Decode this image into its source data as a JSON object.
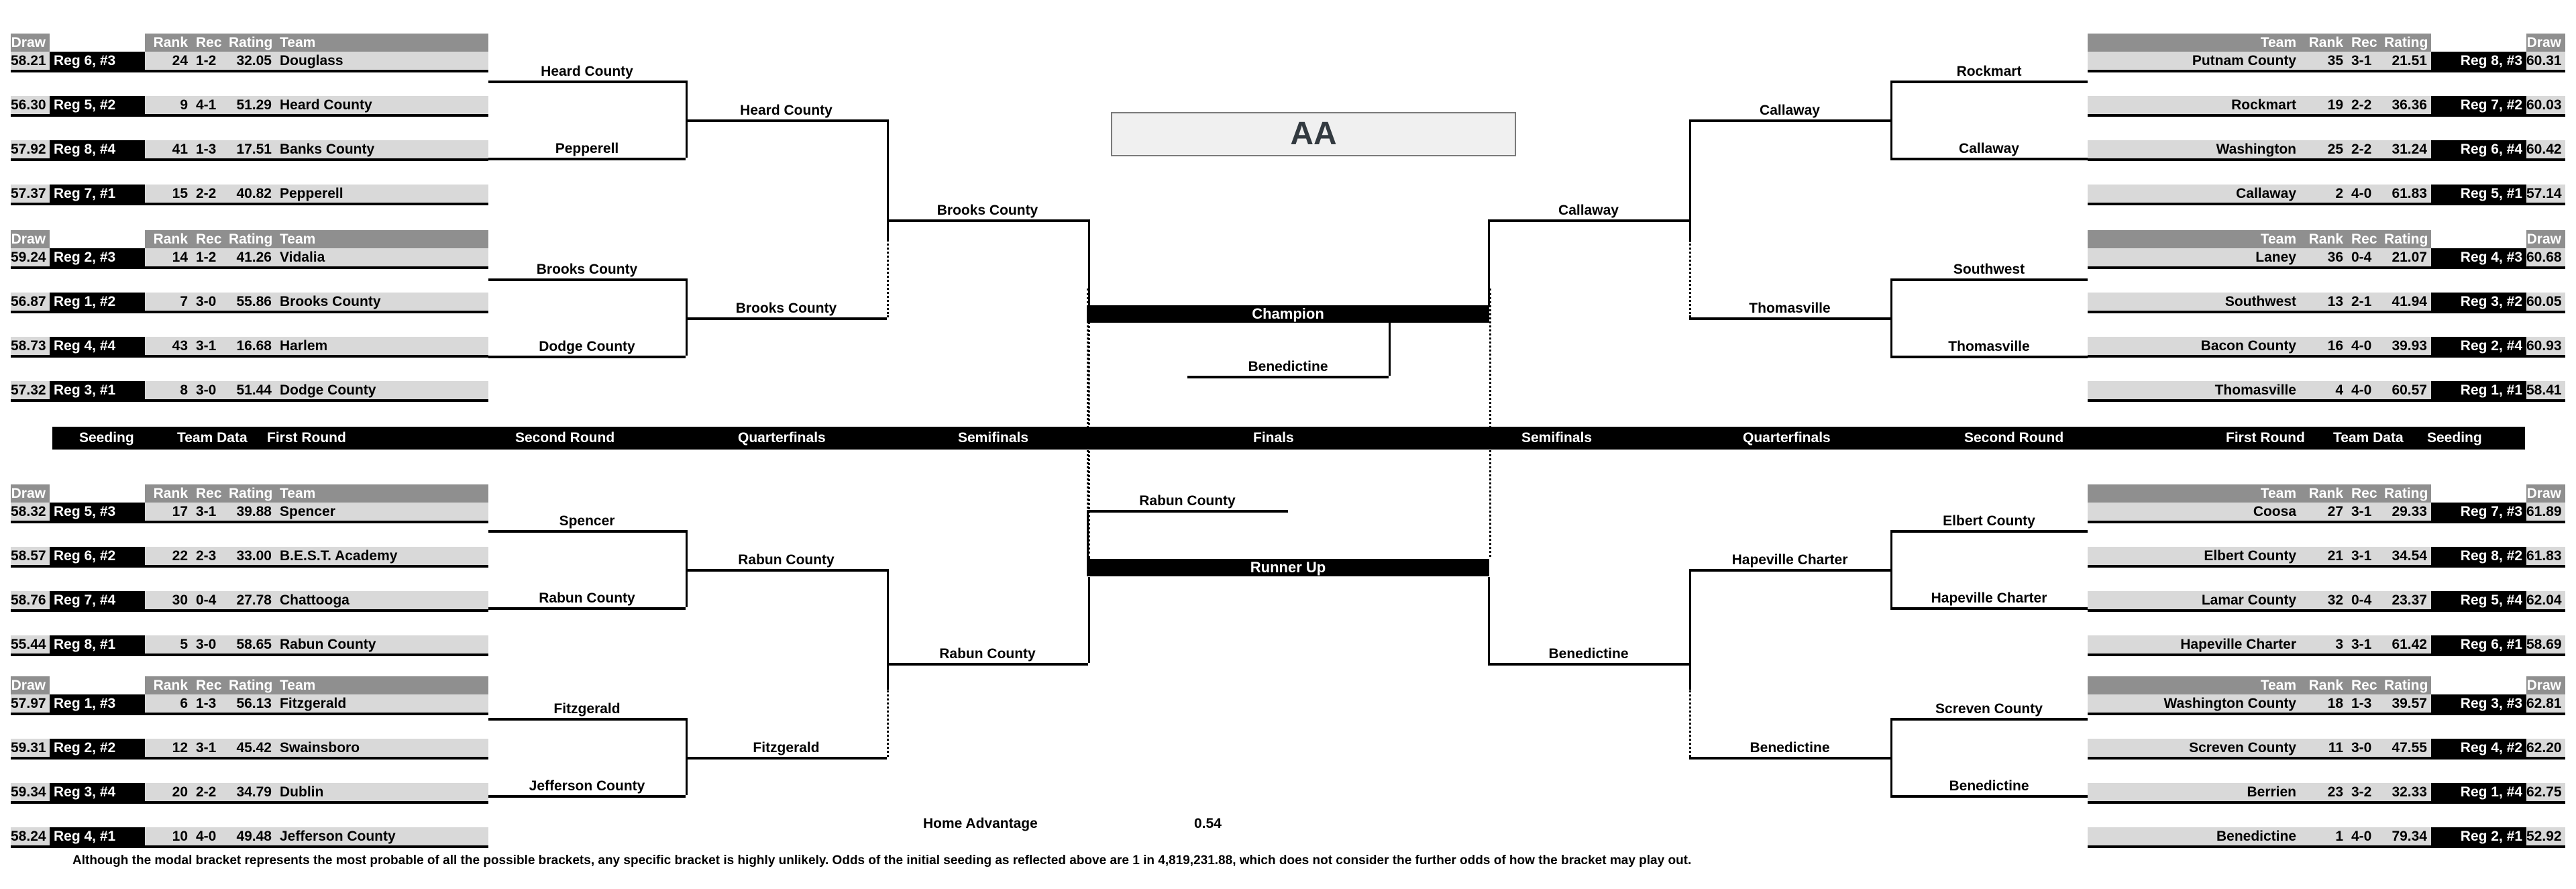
{
  "title": "AA",
  "round_strip": {
    "left": [
      "Seeding",
      "Team Data",
      "First Round",
      "Second Round",
      "Quarterfinals",
      "Semifinals",
      "Finals"
    ],
    "right": [
      "Semifinals",
      "Quarterfinals",
      "Second Round",
      "First Round",
      "Team Data",
      "Seeding"
    ]
  },
  "column_headers_left": {
    "draw": "Draw",
    "seed": "",
    "rank": "Rank",
    "rec": "Rec",
    "rating": "Rating",
    "team": "Team"
  },
  "column_headers_right": {
    "team": "Team",
    "rank": "Rank",
    "rec": "Rec",
    "rating": "Rating",
    "seed": "",
    "draw": "Draw"
  },
  "final_labels": {
    "champion": "Champion",
    "runner_up": "Runner Up"
  },
  "home_advantage": {
    "label": "Home Advantage",
    "value": "0.54"
  },
  "footer": "Although the modal bracket represents the most probable of all the possible brackets, any specific bracket is highly unlikely.  Odds of the initial seeding as reflected above are 1 in 4,819,231.88, which does not consider the further odds of how the bracket may play out.",
  "groups": {
    "tl1": [
      {
        "draw": "58.21",
        "seed": "Reg 6, #3",
        "rank": "24",
        "rec": "1-2",
        "rating": "32.05",
        "team": "Douglass"
      },
      {
        "draw": "56.30",
        "seed": "Reg 5, #2",
        "rank": "9",
        "rec": "4-1",
        "rating": "51.29",
        "team": "Heard County"
      },
      {
        "draw": "57.92",
        "seed": "Reg 8, #4",
        "rank": "41",
        "rec": "1-3",
        "rating": "17.51",
        "team": "Banks County"
      },
      {
        "draw": "57.37",
        "seed": "Reg 7, #1",
        "rank": "15",
        "rec": "2-2",
        "rating": "40.82",
        "team": "Pepperell"
      }
    ],
    "tl2": [
      {
        "draw": "59.24",
        "seed": "Reg 2, #3",
        "rank": "14",
        "rec": "1-2",
        "rating": "41.26",
        "team": "Vidalia"
      },
      {
        "draw": "56.87",
        "seed": "Reg 1, #2",
        "rank": "7",
        "rec": "3-0",
        "rating": "55.86",
        "team": "Brooks County"
      },
      {
        "draw": "58.73",
        "seed": "Reg 4, #4",
        "rank": "43",
        "rec": "3-1",
        "rating": "16.68",
        "team": "Harlem"
      },
      {
        "draw": "57.32",
        "seed": "Reg 3, #1",
        "rank": "8",
        "rec": "3-0",
        "rating": "51.44",
        "team": "Dodge County"
      }
    ],
    "bl1": [
      {
        "draw": "58.32",
        "seed": "Reg 5, #3",
        "rank": "17",
        "rec": "3-1",
        "rating": "39.88",
        "team": "Spencer"
      },
      {
        "draw": "58.57",
        "seed": "Reg 6, #2",
        "rank": "22",
        "rec": "2-3",
        "rating": "33.00",
        "team": "B.E.S.T. Academy"
      },
      {
        "draw": "58.76",
        "seed": "Reg 7, #4",
        "rank": "30",
        "rec": "0-4",
        "rating": "27.78",
        "team": "Chattooga"
      },
      {
        "draw": "55.44",
        "seed": "Reg 8, #1",
        "rank": "5",
        "rec": "3-0",
        "rating": "58.65",
        "team": "Rabun County"
      }
    ],
    "bl2": [
      {
        "draw": "57.97",
        "seed": "Reg 1, #3",
        "rank": "6",
        "rec": "1-3",
        "rating": "56.13",
        "team": "Fitzgerald"
      },
      {
        "draw": "59.31",
        "seed": "Reg 2, #2",
        "rank": "12",
        "rec": "3-1",
        "rating": "45.42",
        "team": "Swainsboro"
      },
      {
        "draw": "59.34",
        "seed": "Reg 3, #4",
        "rank": "20",
        "rec": "2-2",
        "rating": "34.79",
        "team": "Dublin"
      },
      {
        "draw": "58.24",
        "seed": "Reg 4, #1",
        "rank": "10",
        "rec": "4-0",
        "rating": "49.48",
        "team": "Jefferson County"
      }
    ],
    "tr1": [
      {
        "team": "Putnam County",
        "rank": "35",
        "rec": "3-1",
        "rating": "21.51",
        "seed": "Reg 8, #3",
        "draw": "60.31"
      },
      {
        "team": "Rockmart",
        "rank": "19",
        "rec": "2-2",
        "rating": "36.36",
        "seed": "Reg 7, #2",
        "draw": "60.03"
      },
      {
        "team": "Washington",
        "rank": "25",
        "rec": "2-2",
        "rating": "31.24",
        "seed": "Reg 6, #4",
        "draw": "60.42"
      },
      {
        "team": "Callaway",
        "rank": "2",
        "rec": "4-0",
        "rating": "61.83",
        "seed": "Reg 5, #1",
        "draw": "57.14"
      }
    ],
    "tr2": [
      {
        "team": "Laney",
        "rank": "36",
        "rec": "0-4",
        "rating": "21.07",
        "seed": "Reg 4, #3",
        "draw": "60.68"
      },
      {
        "team": "Southwest",
        "rank": "13",
        "rec": "2-1",
        "rating": "41.94",
        "seed": "Reg 3, #2",
        "draw": "60.05"
      },
      {
        "team": "Bacon County",
        "rank": "16",
        "rec": "4-0",
        "rating": "39.93",
        "seed": "Reg 2, #4",
        "draw": "60.93"
      },
      {
        "team": "Thomasville",
        "rank": "4",
        "rec": "4-0",
        "rating": "60.57",
        "seed": "Reg 1, #1",
        "draw": "58.41"
      }
    ],
    "br1": [
      {
        "team": "Coosa",
        "rank": "27",
        "rec": "3-1",
        "rating": "29.33",
        "seed": "Reg 7, #3",
        "draw": "61.89"
      },
      {
        "team": "Elbert County",
        "rank": "21",
        "rec": "3-1",
        "rating": "34.54",
        "seed": "Reg 8, #2",
        "draw": "61.83"
      },
      {
        "team": "Lamar County",
        "rank": "32",
        "rec": "0-4",
        "rating": "23.37",
        "seed": "Reg 5, #4",
        "draw": "62.04"
      },
      {
        "team": "Hapeville Charter",
        "rank": "3",
        "rec": "3-1",
        "rating": "61.42",
        "seed": "Reg 6, #1",
        "draw": "58.69"
      }
    ],
    "br2": [
      {
        "team": "Washington County",
        "rank": "18",
        "rec": "1-3",
        "rating": "39.57",
        "seed": "Reg 3, #3",
        "draw": "62.81"
      },
      {
        "team": "Screven County",
        "rank": "11",
        "rec": "3-0",
        "rating": "47.55",
        "seed": "Reg 4, #2",
        "draw": "62.20"
      },
      {
        "team": "Berrien",
        "rank": "23",
        "rec": "3-2",
        "rating": "32.33",
        "seed": "Reg 1, #4",
        "draw": "62.75"
      },
      {
        "team": "Benedictine",
        "rank": "1",
        "rec": "4-0",
        "rating": "79.34",
        "seed": "Reg 2, #1",
        "draw": "52.92"
      }
    ]
  },
  "bracket_left": {
    "r1": [
      "Heard County",
      "Pepperell",
      "Brooks County",
      "Dodge County",
      "Spencer",
      "Rabun County",
      "Fitzgerald",
      "Jefferson County"
    ],
    "r2": [
      "Heard County",
      "Brooks County",
      "Rabun County",
      "Fitzgerald"
    ],
    "r3": [
      "Brooks County",
      "Rabun County"
    ],
    "r4": [
      "Benedictine",
      "Rabun County"
    ]
  },
  "bracket_right": {
    "r1": [
      "Rockmart",
      "Callaway",
      "Southwest",
      "Thomasville",
      "Elbert County",
      "Hapeville Charter",
      "Screven County",
      "Benedictine"
    ],
    "r2": [
      "Callaway",
      "Thomasville",
      "Hapeville Charter",
      "Benedictine"
    ],
    "r3": [
      "Callaway",
      "Benedictine"
    ]
  }
}
